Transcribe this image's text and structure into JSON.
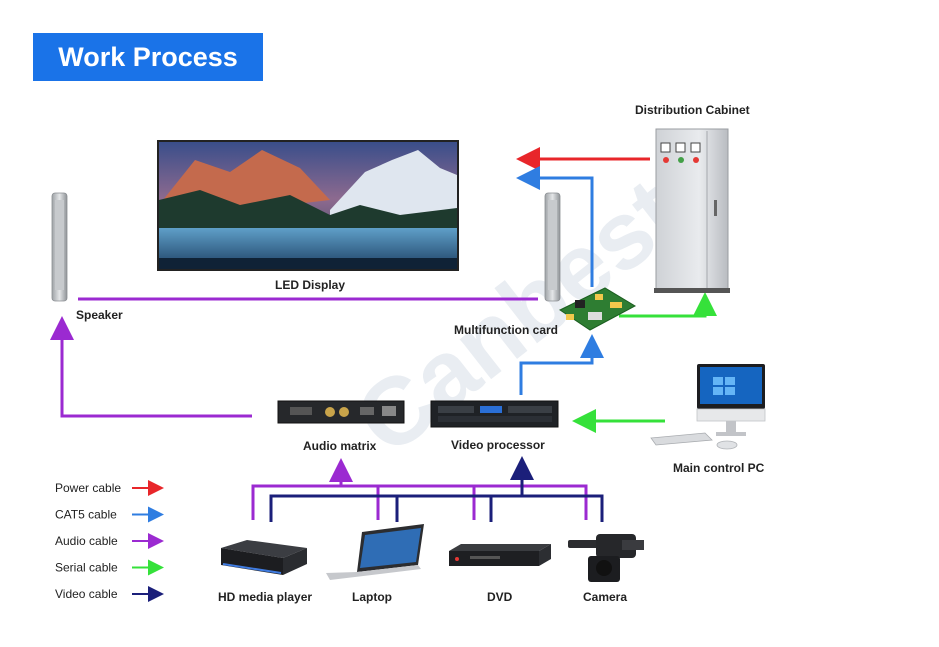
{
  "title": "Work Process",
  "watermark": "Canbest",
  "nodes": {
    "distribution_cabinet": "Distribution Cabinet",
    "led_display": "LED Display",
    "speaker": "Speaker",
    "multifunction_card": "Multifunction card",
    "audio_matrix": "Audio matrix",
    "video_processor": "Video processor",
    "main_control_pc": "Main control PC",
    "hd_media_player": "HD media player",
    "laptop": "Laptop",
    "dvd": "DVD",
    "camera": "Camera"
  },
  "legend": [
    {
      "label": "Power cable",
      "color": "#e8262a"
    },
    {
      "label": "CAT5 cable",
      "color": "#2f7de1"
    },
    {
      "label": "Audio cable",
      "color": "#9b2ad1"
    },
    {
      "label": "Serial cable",
      "color": "#35e13a"
    },
    {
      "label": "Video cable",
      "color": "#1b1f7a"
    }
  ]
}
